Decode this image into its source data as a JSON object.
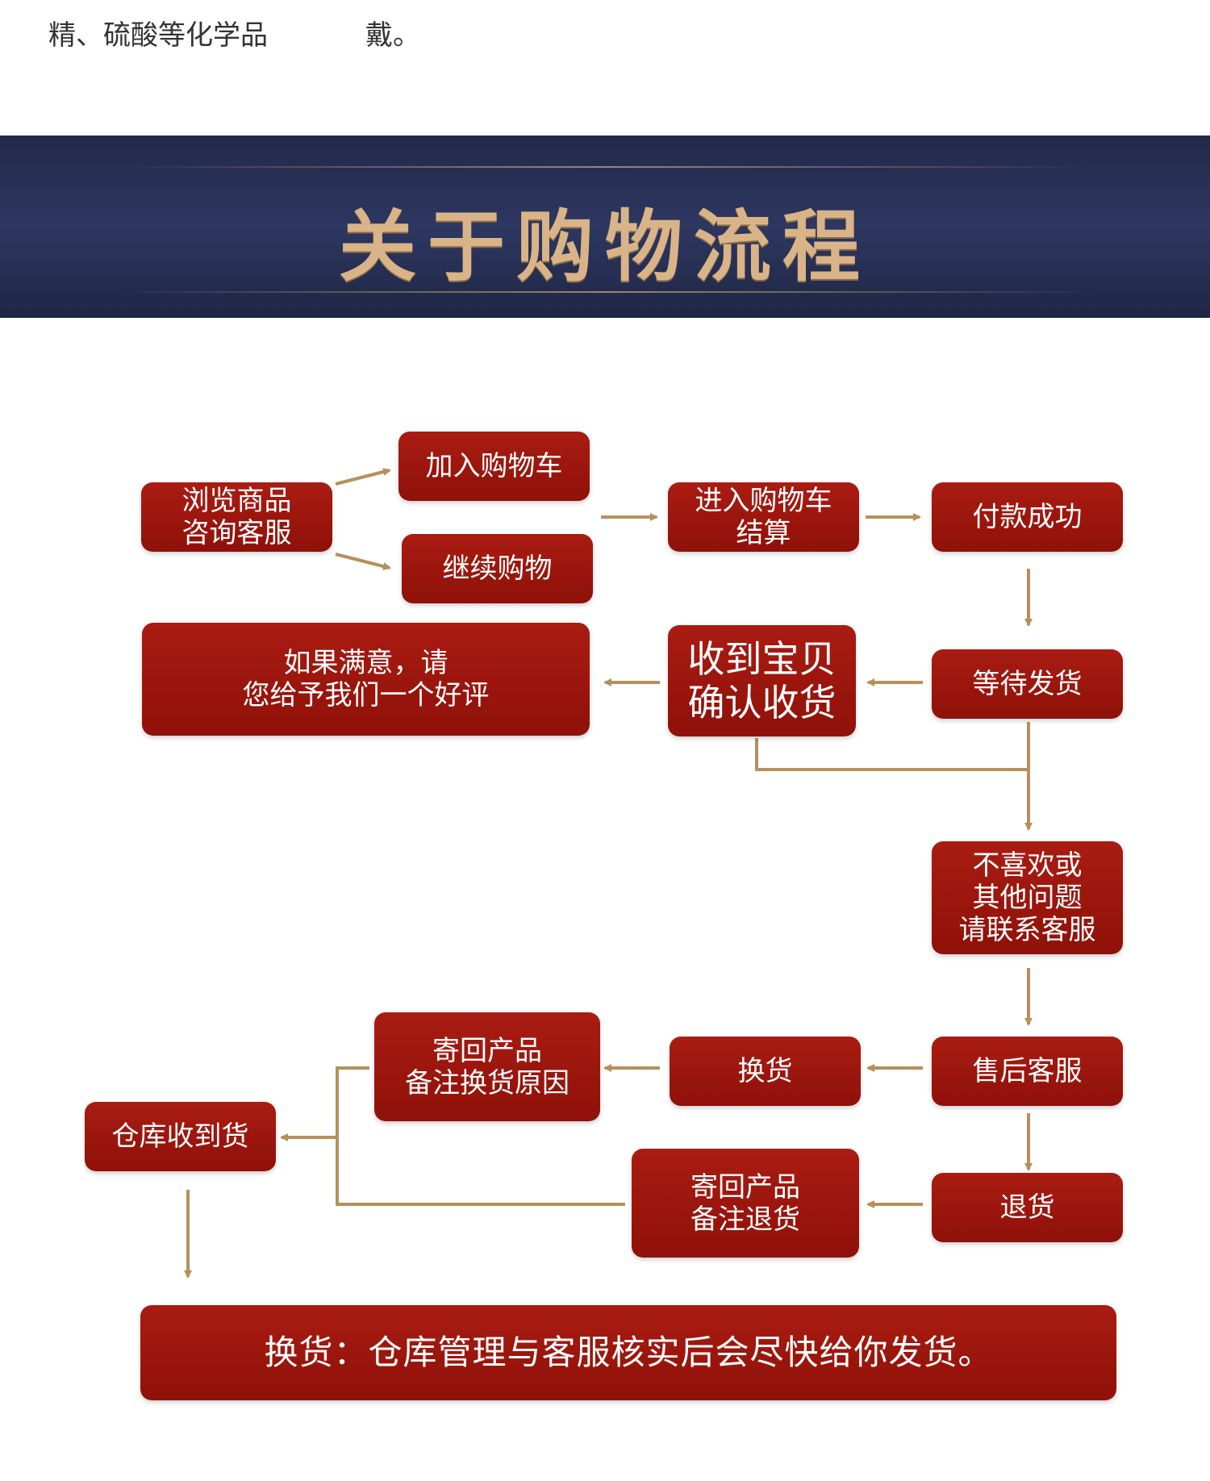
{
  "top_text": {
    "col1_line2": "精、硫酸等化学品",
    "col2_line2": "戴。"
  },
  "banner": {
    "title": "关于购物流程"
  },
  "flowchart": {
    "nodes": {
      "browse": "浏览商品\n咨询客服",
      "add_to_cart": "加入购物车",
      "continue_shopping": "继续购物",
      "checkout": "进入购物车\n结算",
      "payment_success": "付款成功",
      "await_shipping": "等待发货",
      "receive_confirm": "收到宝贝\n确认收货",
      "good_review": "如果满意，请\n您给予我们一个好评",
      "dislike_contact": "不喜欢或\n其他问题\n请联系客服",
      "after_sales": "售后客服",
      "exchange": "换货",
      "return_exchange": "寄回产品\n备注换货原因",
      "warehouse_received": "仓库收到货",
      "refund": "退货",
      "return_refund": "寄回产品\n备注退货",
      "final_note": "换货：仓库管理与客服核实后会尽快给你发货。"
    },
    "colors": {
      "node": "#9b140c",
      "arrow": "#b6905c",
      "banner": "#28305a",
      "title": "#d9b488"
    }
  }
}
